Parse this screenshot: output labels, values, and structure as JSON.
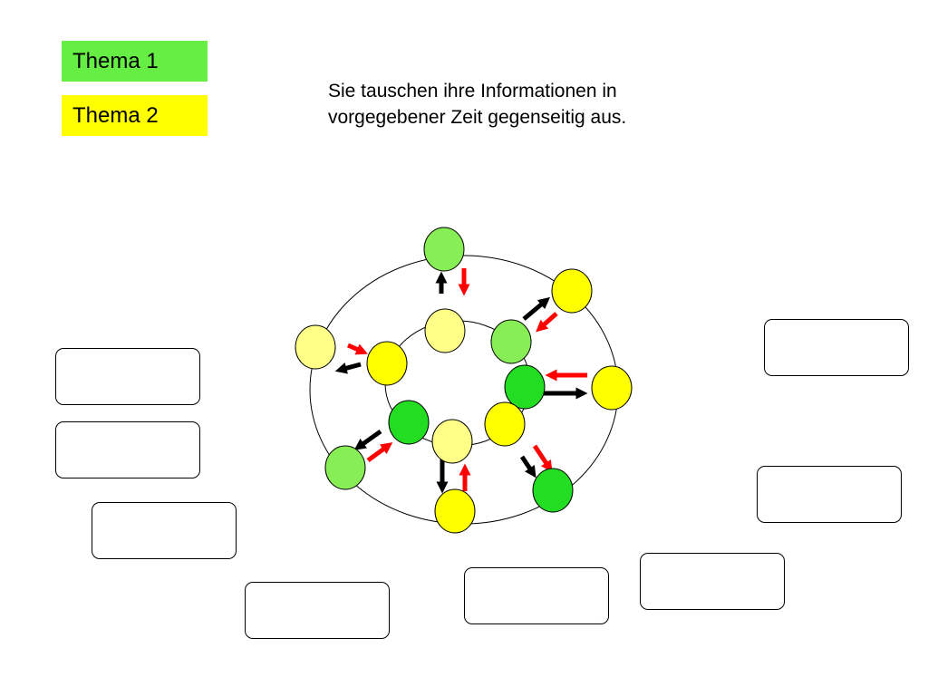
{
  "legend": [
    {
      "label": "Thema 1",
      "color": "#66ee44"
    },
    {
      "label": "Thema 2",
      "color": "#ffff00"
    }
  ],
  "instruction": {
    "line1": "Sie tauschen ihre Informationen in",
    "line2": "vorgegebener Zeit gegenseitig aus."
  },
  "colors": {
    "thema1_light": "#88ee55",
    "thema1_dark": "#22dd22",
    "thema2_light": "#ffff88",
    "thema2_dark": "#ffff00",
    "arrow_outward": "#000000",
    "arrow_inward": "#ff0000"
  },
  "answer_boxes_count": 8
}
